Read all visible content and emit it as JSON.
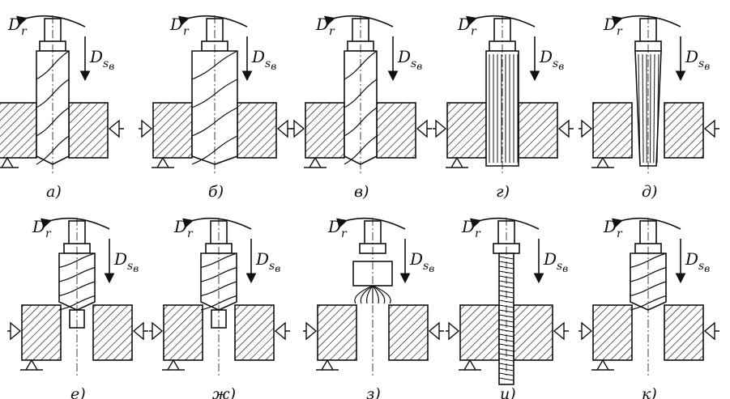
{
  "labels": {
    "rotation": "D",
    "rotation_sub": "r",
    "feed": "D",
    "feed_sub_s": "s",
    "feed_sub_b": "в"
  },
  "panels": [
    {
      "id": "a",
      "caption": "а)",
      "tool": "twist-drill"
    },
    {
      "id": "b",
      "caption": "б)",
      "tool": "core-drill"
    },
    {
      "id": "v",
      "caption": "в)",
      "tool": "countersink-drill"
    },
    {
      "id": "g",
      "caption": "г)",
      "tool": "reamer"
    },
    {
      "id": "d",
      "caption": "д)",
      "tool": "taper-reamer"
    },
    {
      "id": "e",
      "caption": "е)",
      "tool": "counterbore"
    },
    {
      "id": "zh",
      "caption": "ж)",
      "tool": "counterbore-multi"
    },
    {
      "id": "z",
      "caption": "з)",
      "tool": "countersink"
    },
    {
      "id": "i",
      "caption": "и)",
      "tool": "tap"
    },
    {
      "id": "k",
      "caption": "к)",
      "tool": "combined-tool"
    }
  ],
  "colors": {
    "ink": "#111111",
    "paper": "#ffffff"
  }
}
